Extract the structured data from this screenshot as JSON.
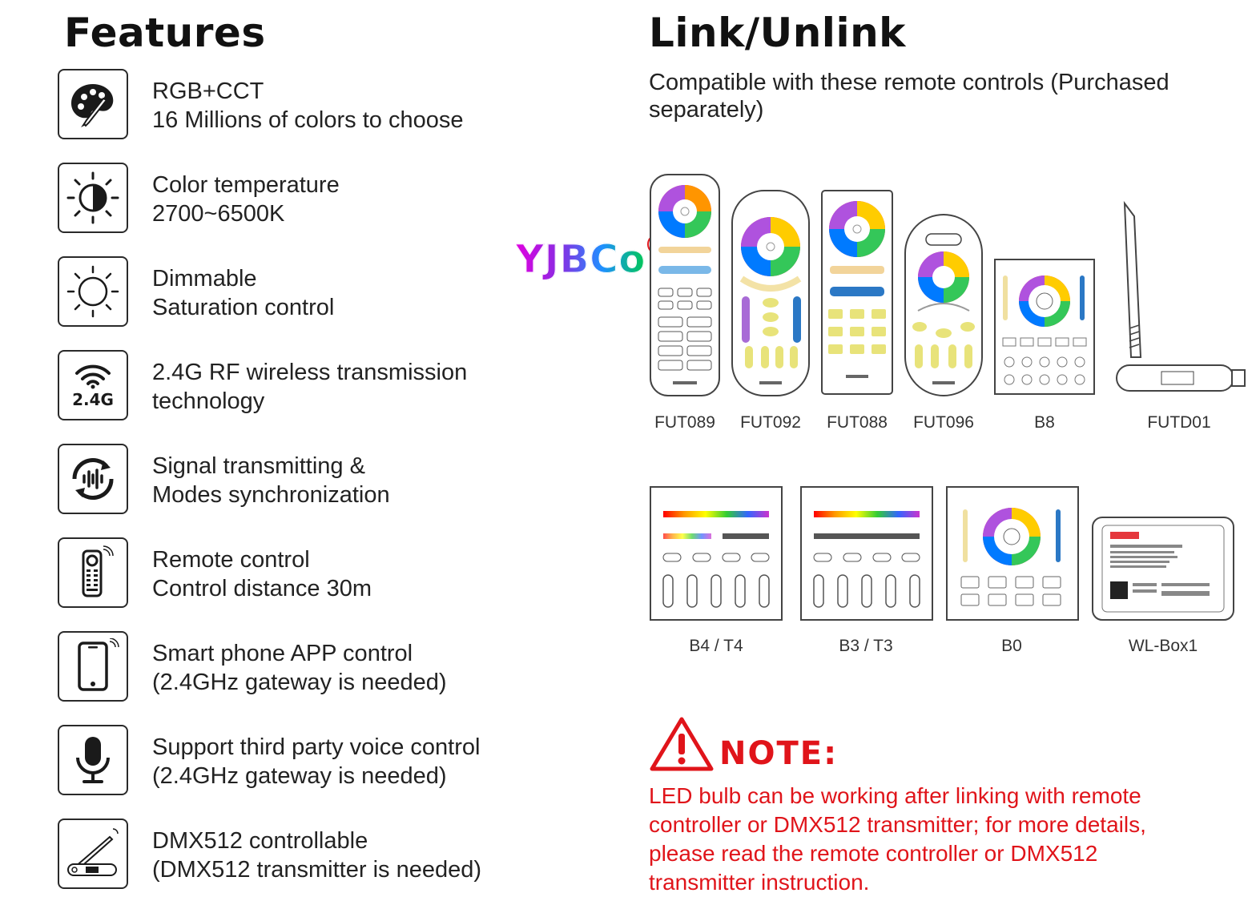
{
  "features": {
    "title": "Features",
    "items": [
      {
        "icon": "palette-icon",
        "line1": "RGB+CCT",
        "line2": "16 Millions of colors to choose"
      },
      {
        "icon": "color-temperature-icon",
        "line1": "Color temperature",
        "line2": "2700~6500K"
      },
      {
        "icon": "sun-dimmer-icon",
        "line1": "Dimmable",
        "line2": "Saturation control"
      },
      {
        "icon": "wifi-2-4g-icon",
        "line1": "2.4G RF wireless transmission",
        "line2": "technology",
        "icon_text": "2.4G"
      },
      {
        "icon": "signal-sync-icon",
        "line1": "Signal transmitting &",
        "line2": "Modes synchronization"
      },
      {
        "icon": "remote-control-icon",
        "line1": "Remote control",
        "line2": "Control distance 30m"
      },
      {
        "icon": "smartphone-icon",
        "line1": "Smart phone APP control",
        "line2": "(2.4GHz gateway is needed)"
      },
      {
        "icon": "microphone-icon",
        "line1": "Support third party voice control",
        "line2": "(2.4GHz gateway is needed)"
      },
      {
        "icon": "dmx-transmitter-icon",
        "line1": "DMX512 controllable",
        "line2": "(DMX512 transmitter is needed)"
      }
    ]
  },
  "link": {
    "title": "Link/Unlink",
    "compat_text": "Compatible with these remote controls (Purchased separately)",
    "remotes_row1": [
      "FUT089",
      "FUT092",
      "FUT088",
      "FUT096",
      "B8",
      "FUTD01"
    ],
    "remotes_row2": [
      "B4 / T4",
      "B3 / T3",
      "B0",
      "WL-Box1"
    ]
  },
  "watermark": {
    "text": "YJBCo",
    "mark": "R"
  },
  "note": {
    "title": "NOTE:",
    "text": "LED bulb can be working after linking with remote controller or DMX512 transmitter; for more details, please read the remote controller or DMX512 transmitter instruction."
  },
  "colors": {
    "note_red": "#e0141a",
    "icon_dark": "#1a1a1a"
  }
}
